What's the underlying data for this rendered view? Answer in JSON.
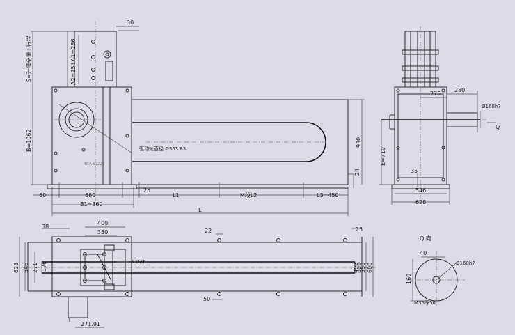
{
  "front_view": {
    "dim_top_30": "30",
    "dim_a1": "A1=286",
    "dim_a2": "A2=254",
    "dim_stroke": "S=升降全量+行程",
    "dim_b": "B=1062",
    "dim_drive_dia": "驱动轮直径 Ø363.83",
    "model": "48A-S/22T",
    "dim_930": "930",
    "dim_24": "24",
    "dim_60": "60",
    "dim_680": "680",
    "dim_25": "25",
    "dim_l1": "L1",
    "dim_m": "M段L2",
    "dim_l3": "L3=450",
    "dim_b1": "B1=860",
    "dim_l": "L"
  },
  "side_view": {
    "dim_275": "275",
    "dim_280": "280",
    "dim_shaft": "Ø160h7",
    "q_arrow": "Q",
    "dim_e": "E=710",
    "dim_35": "35",
    "dim_546": "546",
    "dim_628": "628"
  },
  "plan_view": {
    "dim_38": "38",
    "dim_400": "400",
    "dim_330": "330",
    "dim_22": "22",
    "dim_25": "25",
    "dim_628": "628",
    "dim_546": "546",
    "dim_271": "271",
    "dim_176": "176",
    "holes": "6-Ø26",
    "dim_492": "492",
    "dim_550": "550",
    "dim_600": "600",
    "dim_50": "50",
    "dim_27191": "271.91"
  },
  "q_view": {
    "title": "Q 向",
    "dim_40": "40",
    "dim_shaft": "Ø160h7",
    "dim_169": "169",
    "keyway": "M36深50"
  }
}
